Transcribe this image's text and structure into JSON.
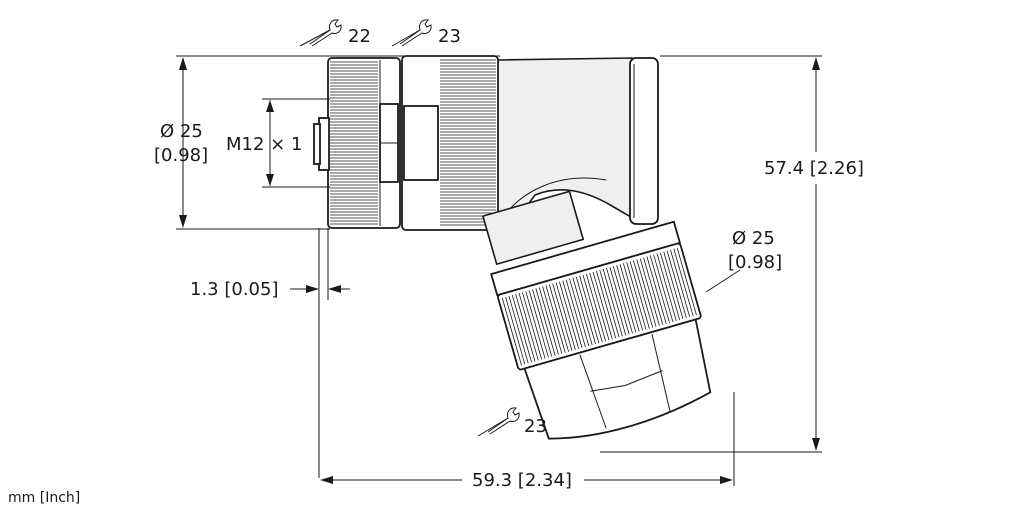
{
  "wrench_sizes": {
    "nut_small": "22",
    "nut_large": "23",
    "nut_gland": "23"
  },
  "dimensions": {
    "diameter_top": "Ø 25",
    "diameter_top_inch": "[0.98]",
    "thread": "M12 × 1",
    "offset": "1.3 [0.05]",
    "height": "57.4 [2.26]",
    "diameter_bottom": "Ø 25",
    "diameter_bottom_inch": "[0.98]",
    "width": "59.3 [2.34]"
  },
  "units": "mm [Inch]"
}
